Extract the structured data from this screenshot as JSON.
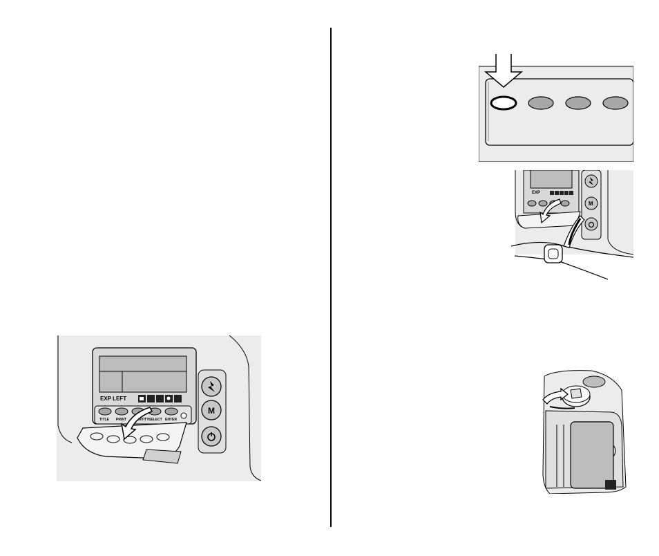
{
  "panel": {
    "label_exp_left": "EXP LEFT",
    "buttons": [
      "TITLE",
      "PRINT",
      "QUANTITY",
      "SELECT",
      "ENTER"
    ],
    "right_buttons": [
      "flash",
      "M",
      "power"
    ],
    "m_label": "M",
    "arrow": "down-arrow"
  },
  "strap_panel": {
    "label_exp": "EXP",
    "m_label": "M"
  },
  "colors": {
    "line": "#000000",
    "panel_gray": "#ececec",
    "lens_gray": "#bdbdbd",
    "button_gray": "#a8a8a8"
  }
}
